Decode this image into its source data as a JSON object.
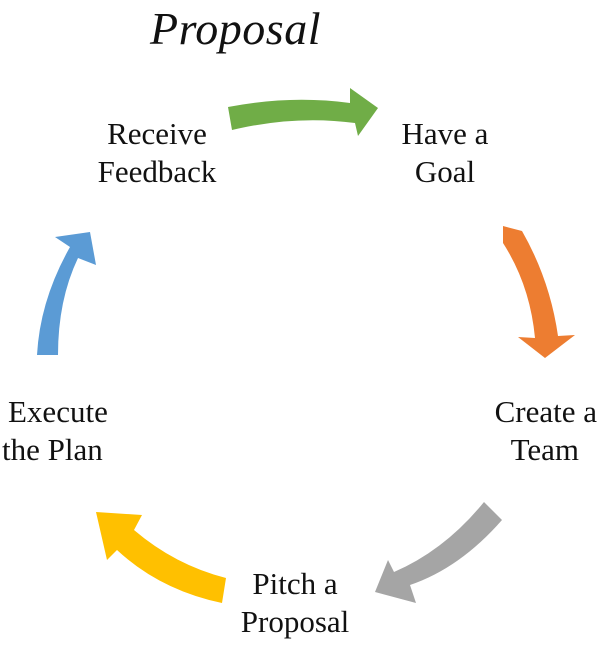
{
  "title": "Proposal",
  "steps": [
    {
      "label_line1": "Have a",
      "label_line2": "Goal",
      "arrow_color": "#ED7D31"
    },
    {
      "label_line1": "Create a",
      "label_line2": "Team",
      "arrow_color": "#A5A5A5"
    },
    {
      "label_line1": "Pitch a",
      "label_line2": "Proposal",
      "arrow_color": "#FFC000"
    },
    {
      "label_line1": "Execute",
      "label_line2": "the Plan",
      "arrow_color": "#5B9BD5"
    },
    {
      "label_line1": "Receive",
      "label_line2": "Feedback",
      "arrow_color": "#70AD47"
    }
  ]
}
